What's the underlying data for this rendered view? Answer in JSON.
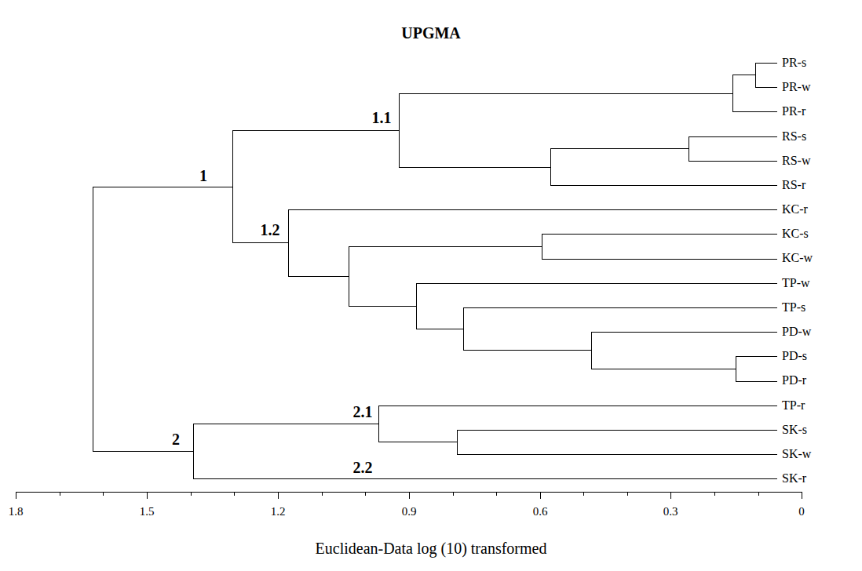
{
  "diagram": {
    "title": "UPGMA",
    "caption": "Euclidean-Data log (10) transformed",
    "labels": [
      "1",
      "1.1",
      "1.2",
      "2",
      "2.1",
      "2.2",
      "PR-s",
      "PR-w",
      "PR-r",
      "RS-s",
      "RS-w",
      "RS-r",
      "KC-r",
      "KC-s",
      "KC-w",
      "TP-w",
      "TP-s",
      "PD-w",
      "PD-s",
      "PD-r",
      "TP-r",
      "SK-s",
      "SK-w",
      "SK-r",
      "1.8",
      "1.5",
      "1.2",
      "0.9",
      "0.6",
      "0.3",
      "0"
    ]
  }
}
